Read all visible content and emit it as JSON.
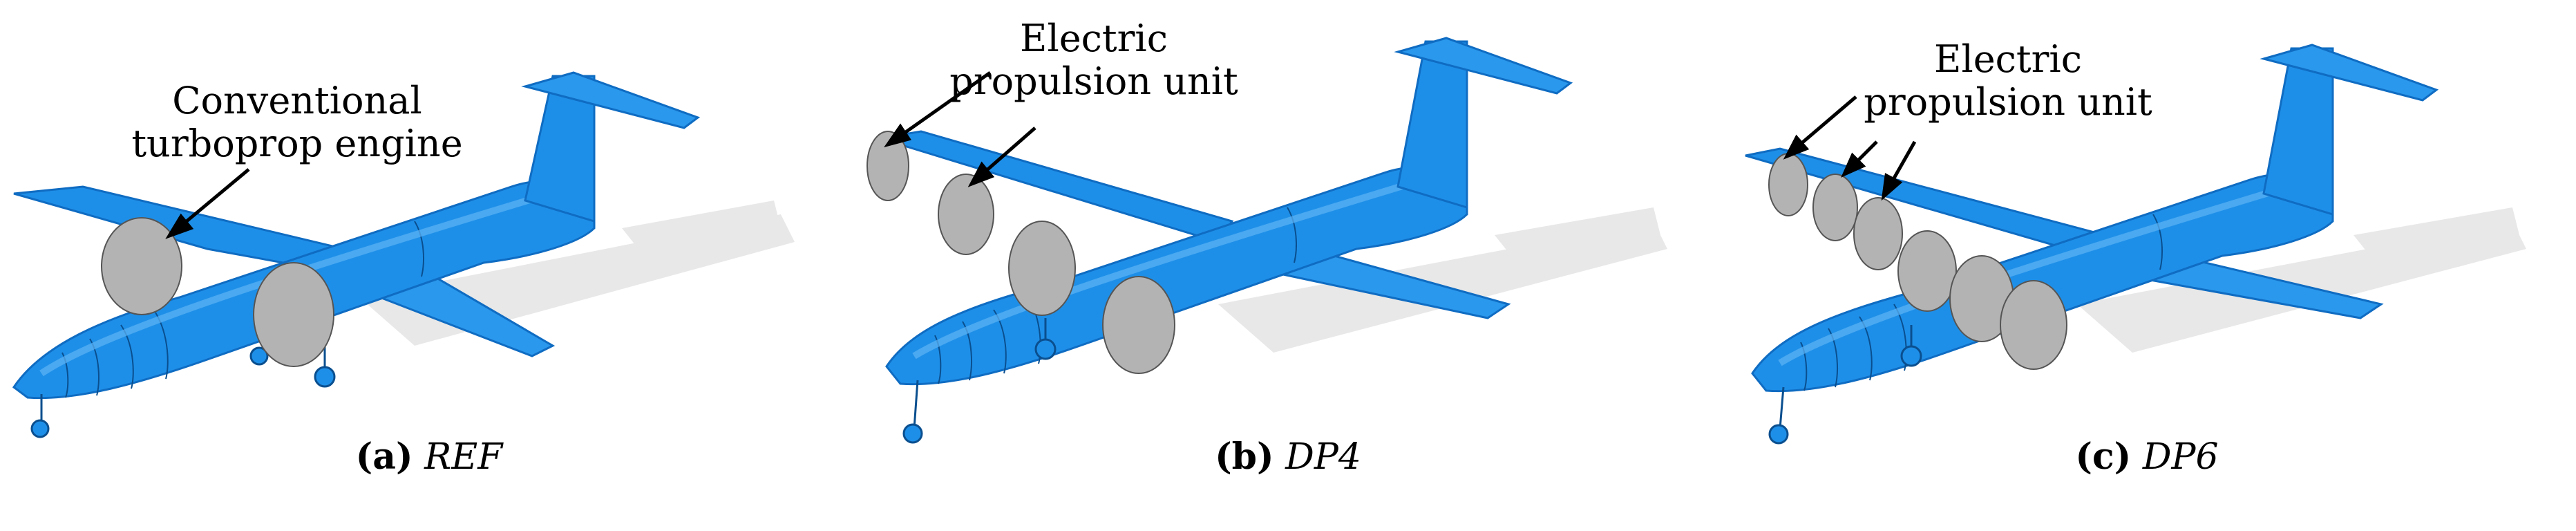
{
  "panels": [
    {
      "caption_label": "(a)",
      "caption_name": "REF",
      "callout": [
        "Conventional",
        "turboprop engine"
      ],
      "propulsor_count": 2
    },
    {
      "caption_label": "(b)",
      "caption_name": "DP4",
      "callout": [
        "Electric",
        "propulsion unit"
      ],
      "propulsor_count": 4
    },
    {
      "caption_label": "(c)",
      "caption_name": "DP6",
      "callout": [
        "Electric",
        "propulsion unit"
      ],
      "propulsor_count": 6
    }
  ],
  "colors": {
    "airframe": "#1e8fe8",
    "airframe_dark": "#0f6cc2",
    "airframe_light": "#5db4f5",
    "propulsor": "#b3b3b3",
    "shadow": "#e8e8e8"
  }
}
